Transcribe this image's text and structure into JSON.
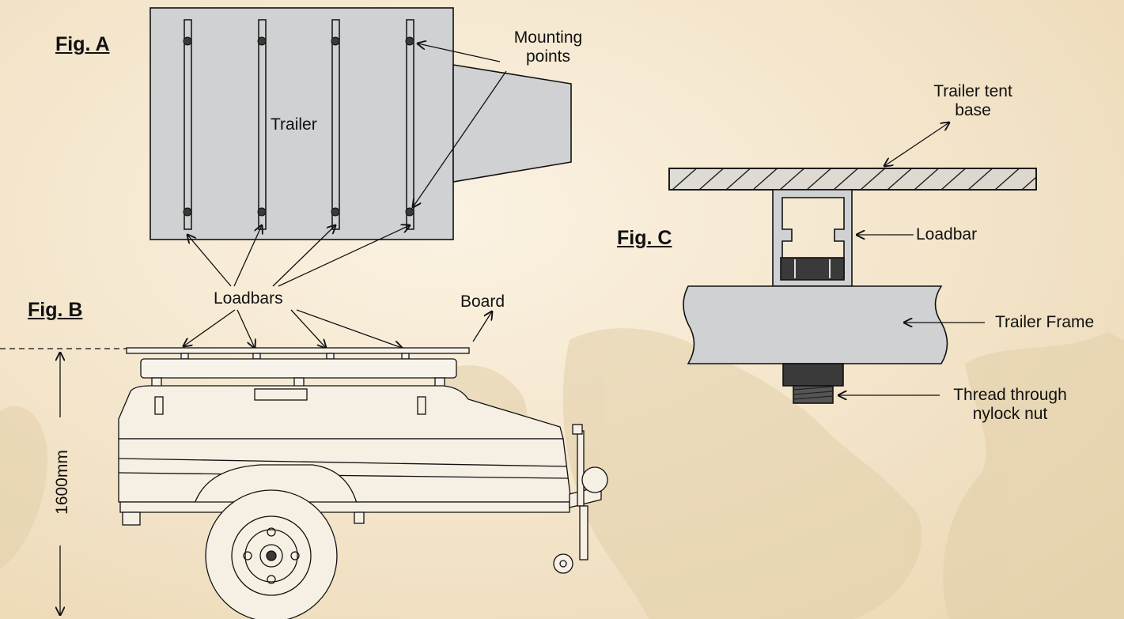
{
  "figures": {
    "a": "Fig. A",
    "b": "Fig. B",
    "c": "Fig. C"
  },
  "labels": {
    "mounting_points_1": "Mounting",
    "mounting_points_2": "points",
    "trailer": "Trailer",
    "loadbars": "Loadbars",
    "board": "Board",
    "height": "1600mm",
    "trailer_tent_base_1": "Trailer tent",
    "trailer_tent_base_2": "base",
    "loadbar": "Loadbar",
    "trailer_frame": "Trailer Frame",
    "thread_1": "Thread through",
    "thread_2": "nylock nut"
  },
  "colors": {
    "panel_fill": "#cfd1d3",
    "line": "#111111",
    "dark": "#3a3a3a"
  }
}
